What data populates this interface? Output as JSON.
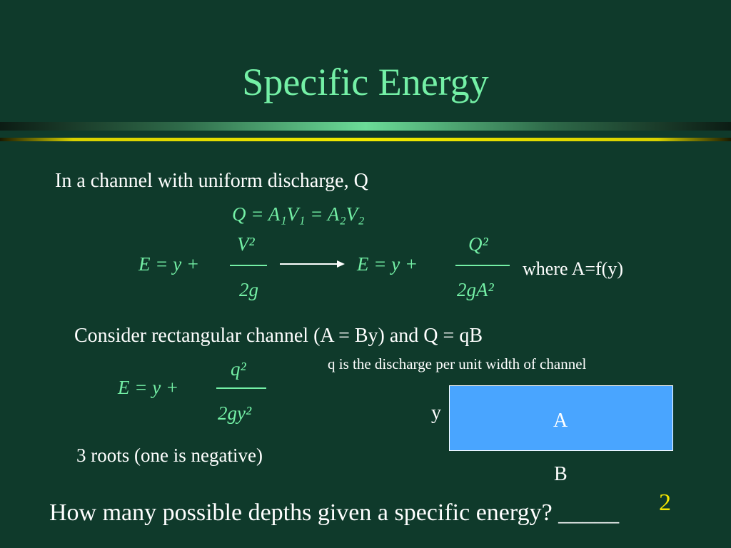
{
  "title": "Specific Energy",
  "intro": "In a channel with uniform discharge, Q",
  "continuity": "Q = A₁V₁ = A₂V₂",
  "eq1": {
    "lhs": "E = y +",
    "num": "V²",
    "den": "2g"
  },
  "eq2": {
    "lhs": "E = y +",
    "num": "Q²",
    "den": "2gA²"
  },
  "where_note": "where A=f(y)",
  "rect_line": "Consider rectangular channel (A = By) and Q = qB",
  "q_note": "q is the discharge per unit width of channel",
  "eq3": {
    "lhs": "E = y +",
    "num": "q²",
    "den": "2gy²"
  },
  "roots_note": "3 roots (one is negative)",
  "diagram": {
    "y_label": "y",
    "area_label": "A",
    "width_label": "B",
    "fill_color": "#49a5ff"
  },
  "question": "How many possible depths given a specific energy? _____",
  "answer": "2",
  "colors": {
    "background": "#0f3a2b",
    "equation": "#74f0a6",
    "answer": "#f5e600"
  }
}
